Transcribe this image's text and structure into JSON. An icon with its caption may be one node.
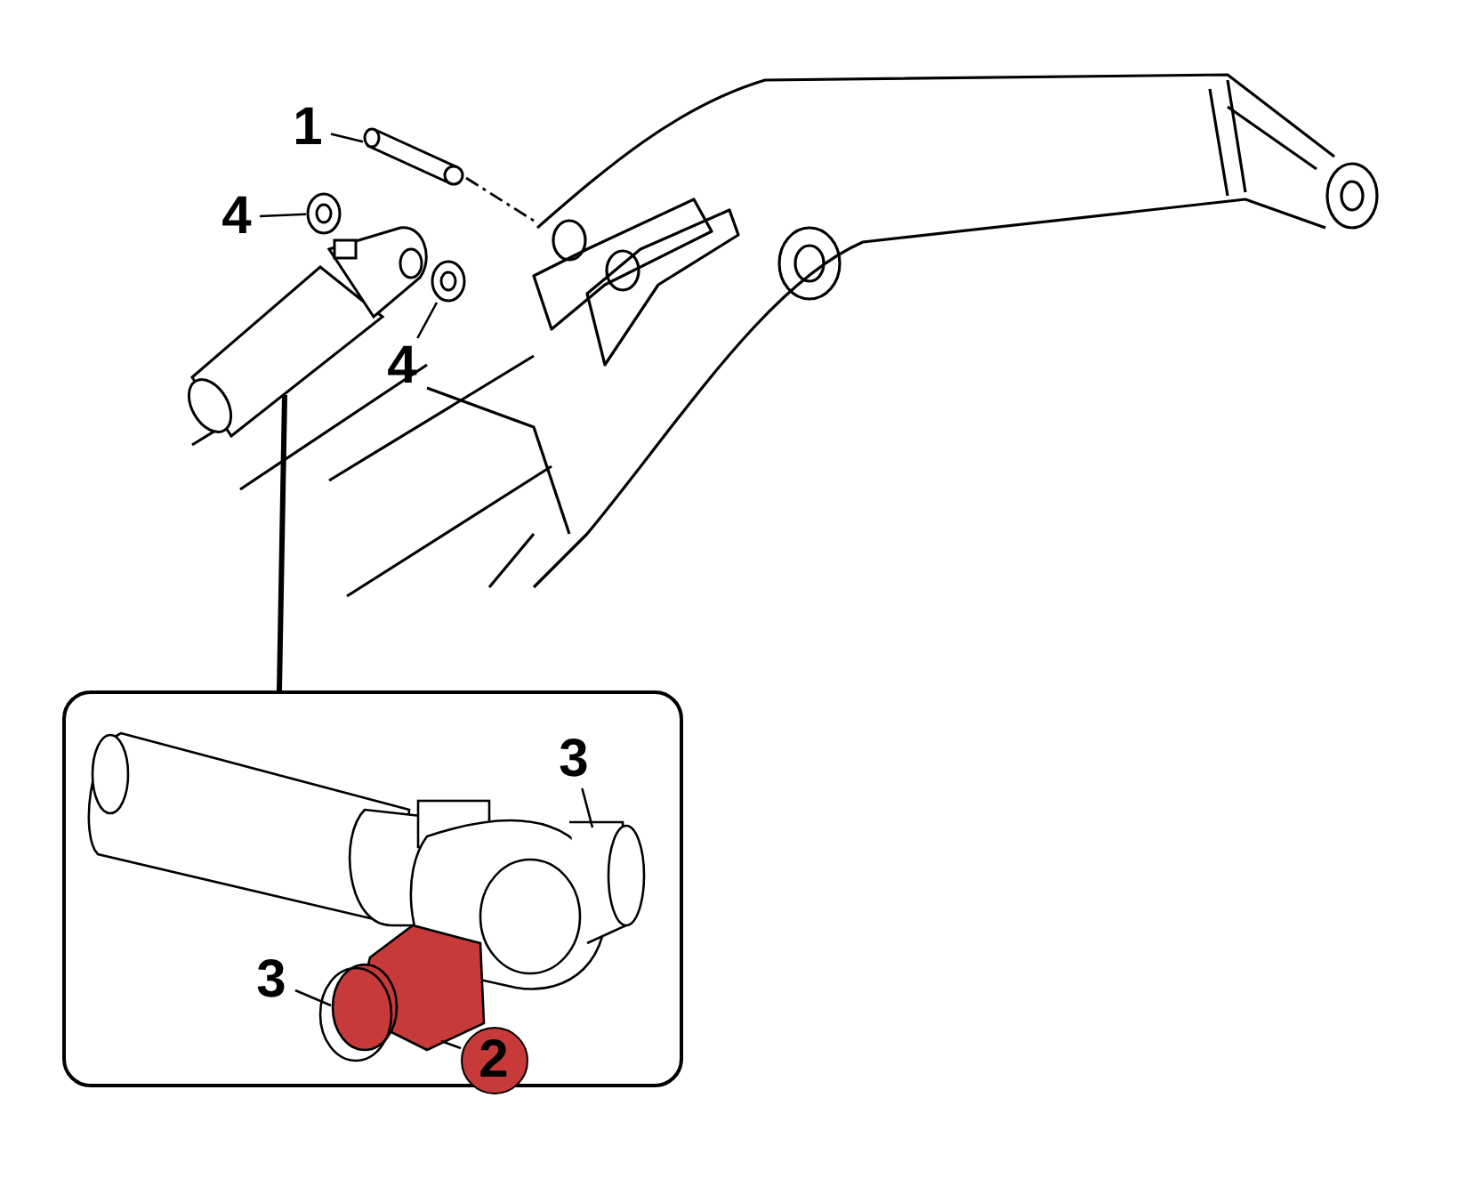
{
  "diagram": {
    "nodes": [
      {
        "text": [
          "1"
        ]
      },
      {
        "text": [
          "4"
        ]
      },
      {
        "text": [
          "4"
        ]
      },
      {
        "text": [],
        "shape": "box"
      },
      {
        "text": [
          "3"
        ],
        "in": 3
      },
      {
        "text": [
          "3"
        ],
        "in": 3
      },
      {
        "text": [
          "2"
        ],
        "in": 3
      },
      {
        "text": [],
        "shape": "picture"
      },
      {
        "text": [],
        "shape": "picture"
      },
      {
        "text": [],
        "shape": "picture"
      }
    ],
    "edges": [
      {
        "from": 0,
        "to": 7,
        "arrow": "none"
      },
      {
        "from": 1,
        "to": 8,
        "arrow": "none"
      },
      {
        "from": 2,
        "to": 9,
        "arrow": "none"
      },
      {
        "from": 4,
        "to": null,
        "arrow": "none"
      },
      {
        "from": 5,
        "to": null,
        "arrow": "none"
      },
      {
        "from": 6,
        "to": null,
        "arrow": "none"
      },
      {
        "from": null,
        "to": 3,
        "arrow": "none",
        "style": "thick"
      }
    ]
  }
}
